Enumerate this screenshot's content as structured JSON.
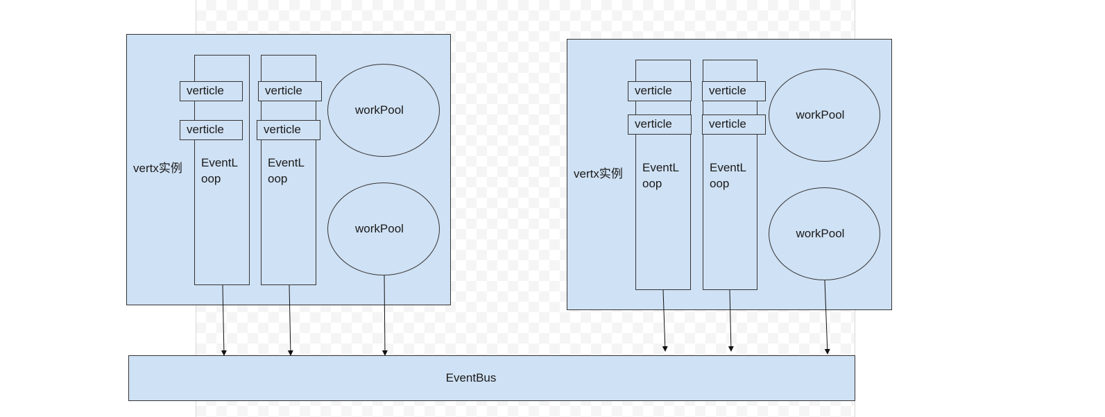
{
  "diagram": {
    "instances": [
      {
        "label": "vertx实例",
        "event_loops": [
          {
            "label": "EventLoop",
            "verticles": [
              "verticle",
              "verticle"
            ]
          },
          {
            "label": "EventLoop",
            "verticles": [
              "verticle",
              "verticle"
            ]
          }
        ],
        "work_pools": [
          "workPool",
          "workPool"
        ]
      },
      {
        "label": "vertx实例",
        "event_loops": [
          {
            "label": "EventLoop",
            "verticles": [
              "verticle",
              "verticle"
            ]
          },
          {
            "label": "EventLoop",
            "verticles": [
              "verticle",
              "verticle"
            ]
          }
        ],
        "work_pools": [
          "workPool",
          "workPool"
        ]
      }
    ],
    "bus": {
      "label": "EventBus"
    },
    "colors": {
      "node_fill": "#cfe1f4",
      "stroke": "#333333",
      "text": "#1a1a1a"
    }
  }
}
